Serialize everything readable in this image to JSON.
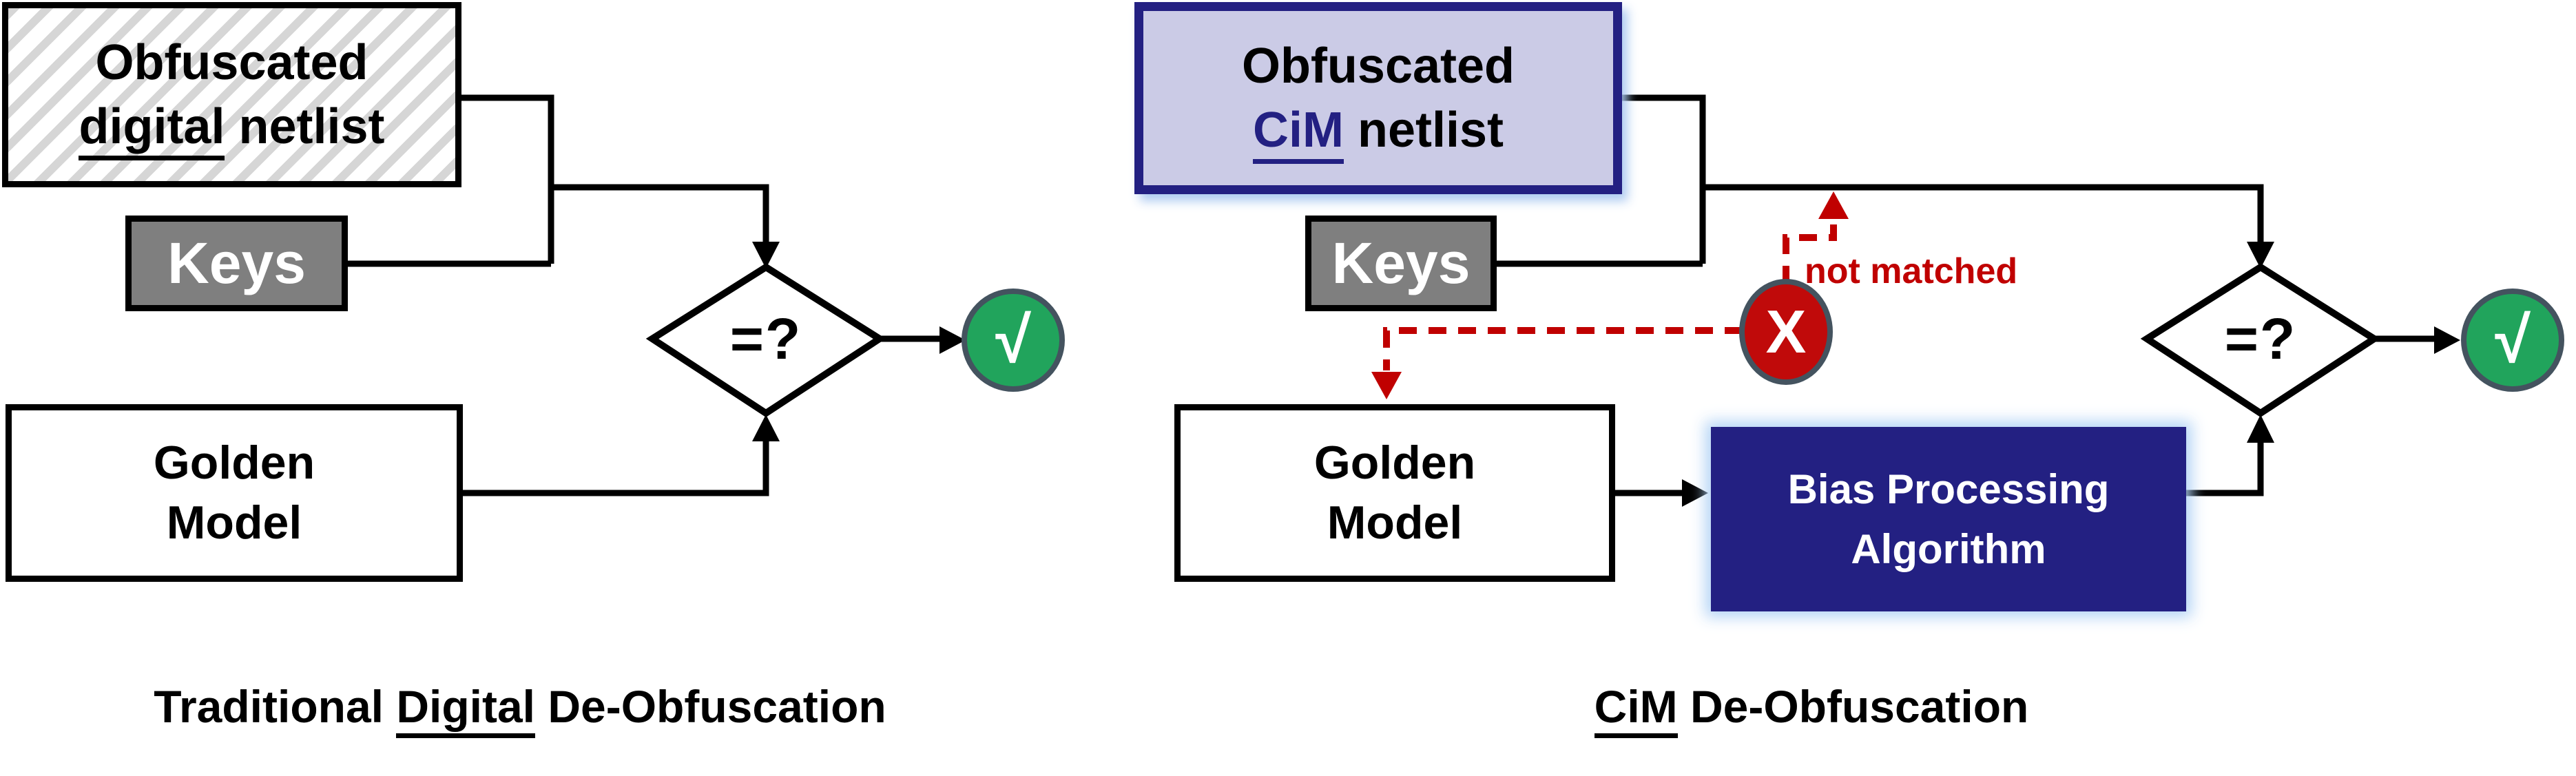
{
  "diagram": {
    "left": {
      "netlist_box": {
        "line1": "Obfuscated",
        "line2_underlined": "digital",
        "line2_rest": " netlist"
      },
      "keys_label": "Keys",
      "golden_line1": "Golden",
      "golden_line2": "Model",
      "decision_label": "=?",
      "success_glyph": "√",
      "caption": {
        "prefix": "Traditional ",
        "underlined": "Digital",
        "suffix": " De-Obfuscation"
      }
    },
    "right": {
      "netlist_box": {
        "line1": "Obfuscated",
        "line2_underlined": "CiM",
        "line2_rest": " netlist"
      },
      "keys_label": "Keys",
      "golden_line1": "Golden",
      "golden_line2": "Model",
      "bias_line1": "Bias Processing",
      "bias_line2": "Algorithm",
      "decision_label": "=?",
      "success_glyph": "√",
      "fail_glyph": "X",
      "fail_label": "not matched",
      "caption": {
        "underlined": "CiM",
        "suffix": " De-Obfuscation"
      }
    },
    "colors": {
      "accent_navy": "#232082",
      "lavender_fill": "#cbcbe6",
      "keys_gray": "#7f7f7f",
      "success_green": "#21a45c",
      "fail_red": "#c00a0a",
      "warn_red": "#c00000",
      "circle_border": "#44535f"
    }
  }
}
